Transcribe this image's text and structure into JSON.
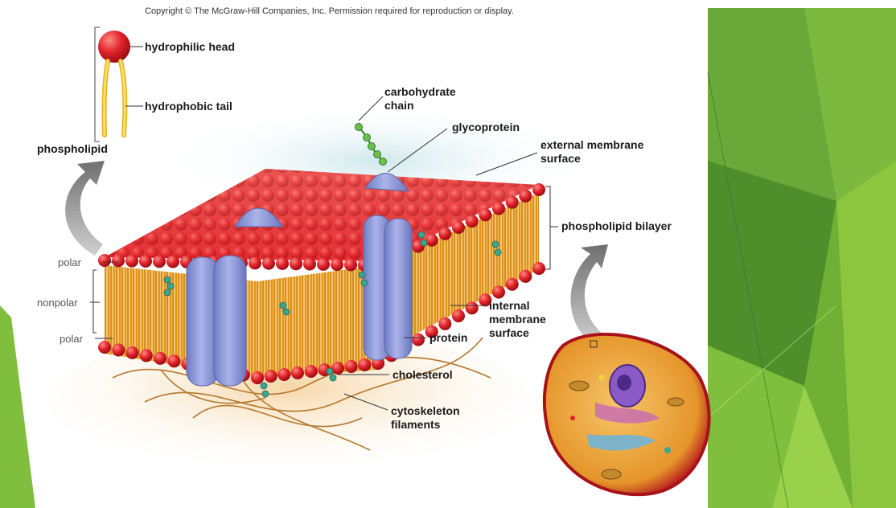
{
  "copyright": "Copyright © The McGraw-Hill Companies, Inc. Permission required for reproduction or display.",
  "labels": {
    "hydrophilic_head": "hydrophilic head",
    "hydrophobic_tail": "hydrophobic tail",
    "phospholipid": "phospholipid",
    "carbohydrate_chain_1": "carbohydrate",
    "carbohydrate_chain_2": "chain",
    "glycoprotein": "glycoprotein",
    "external_membrane_1": "external membrane",
    "external_membrane_2": "surface",
    "phospholipid_bilayer": "phospholipid bilayer",
    "polar_top": "polar",
    "nonpolar": "nonpolar",
    "polar_bottom": "polar",
    "internal_membrane_1": "internal",
    "internal_membrane_2": "membrane",
    "internal_membrane_3": "surface",
    "protein": "protein",
    "cholesterol": "cholesterol",
    "cytoskeleton_1": "cytoskeleton",
    "cytoskeleton_2": "filaments"
  },
  "colors": {
    "head_red": "#e0222b",
    "tail_orange": "#e8a21c",
    "protein_blue": "#8e9ad6",
    "cholesterol_teal": "#3ea58e",
    "slide_green_dark": "#4e9a2e",
    "slide_green_light": "#8cc63f"
  }
}
